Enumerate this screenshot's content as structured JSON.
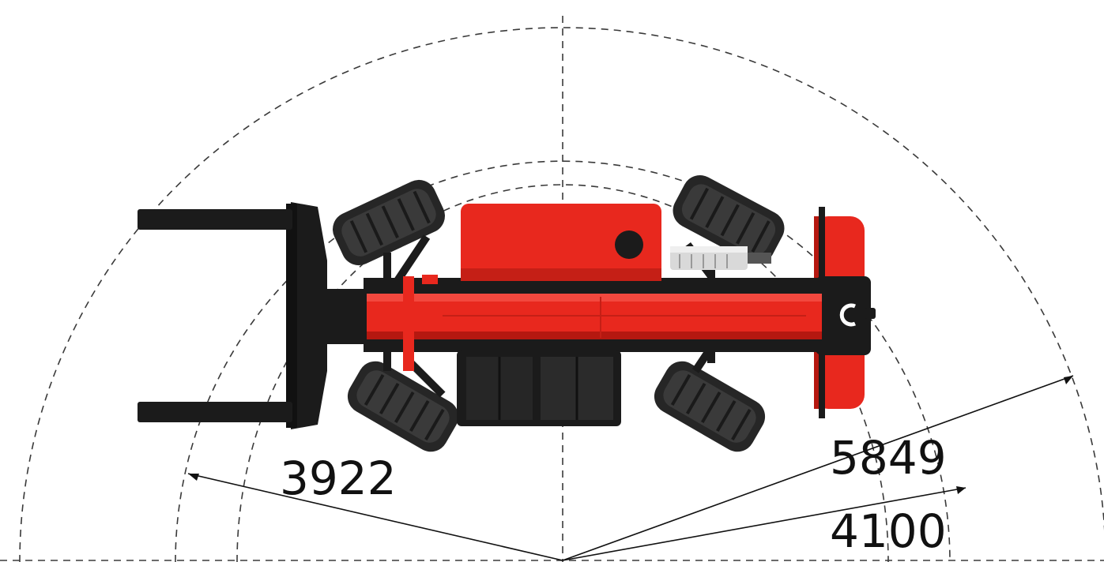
{
  "dimensions": {
    "inner_radius_label": "3922",
    "outer_radius_label": "5849",
    "middle_radius_label": "4100"
  },
  "colors": {
    "machine_red": "#e8281e",
    "machine_dark_red": "#b51810",
    "machine_black": "#1b1b1b",
    "tire_black": "#262626",
    "line": "#333333",
    "background": "#ffffff"
  }
}
